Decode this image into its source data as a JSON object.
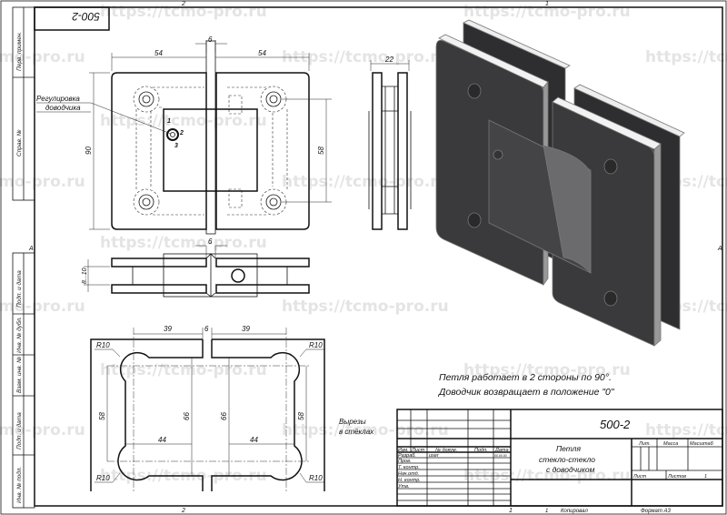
{
  "watermark": "https://tcmo-pro.ru",
  "sheet": {
    "designation": "500-2",
    "zones": {
      "top_left": "2",
      "top_right": "1",
      "left": "A",
      "right": "A",
      "bottom_left": "2",
      "bottom_right": "1"
    }
  },
  "side_stamps": [
    "Перв. примен.",
    "Справ. №",
    "Подп. и дата",
    "Инв. № дубл.",
    "Взам. инв. №",
    "Подп. и дата",
    "Инв. № подл."
  ],
  "front_view": {
    "dim_left_width": "54",
    "dim_right_width": "54",
    "dim_gap": "6",
    "dim_height": "90",
    "dim_screw_spacing": "58",
    "callout_line1": "Регулировка",
    "callout_line2": "доводчика",
    "pos1": "1",
    "pos2": "2",
    "pos3": "3"
  },
  "side_view": {
    "dim_depth": "22"
  },
  "bottom_view": {
    "dim_gap": "6",
    "dim_glass": "8...10"
  },
  "cutout_view": {
    "dim_left": "39",
    "dim_gap": "6",
    "dim_right": "39",
    "dim_left_height": "58",
    "dim_right_height": "58",
    "dim_inner_left": "66",
    "dim_inner_right": "66",
    "dim_bottom_left": "44",
    "dim_bottom_right": "44",
    "radius": "R10",
    "caption_line1": "Вырезы",
    "caption_line2": "в стёклах"
  },
  "notes": {
    "line1": "Петля работает в 2 стороны по 90°.",
    "line2": "Доводчик возвращает в положение \"0\""
  },
  "title_block": {
    "designation": "500-2",
    "name_line1": "Петля",
    "name_line2": "стекло-стекло",
    "name_line3": "с доводчиком",
    "col_izm": "Изм.",
    "col_list": "Лист",
    "col_doc": "№ докум.",
    "col_sign": "Подп.",
    "col_date": "Дата",
    "roles": [
      "Разраб.",
      "Пров.",
      "Т. контр.",
      "Нач.отд.",
      "Н. контр.",
      "Утв."
    ],
    "developer": "user",
    "date": "00.00.00",
    "lit": "Лит.",
    "mass": "Масса",
    "scale": "Масштаб",
    "sheet": "Лист",
    "sheets": "Листов",
    "sheets_value": "1",
    "copied_num": "1",
    "copied": "Копировал",
    "format": "Формат A3"
  }
}
